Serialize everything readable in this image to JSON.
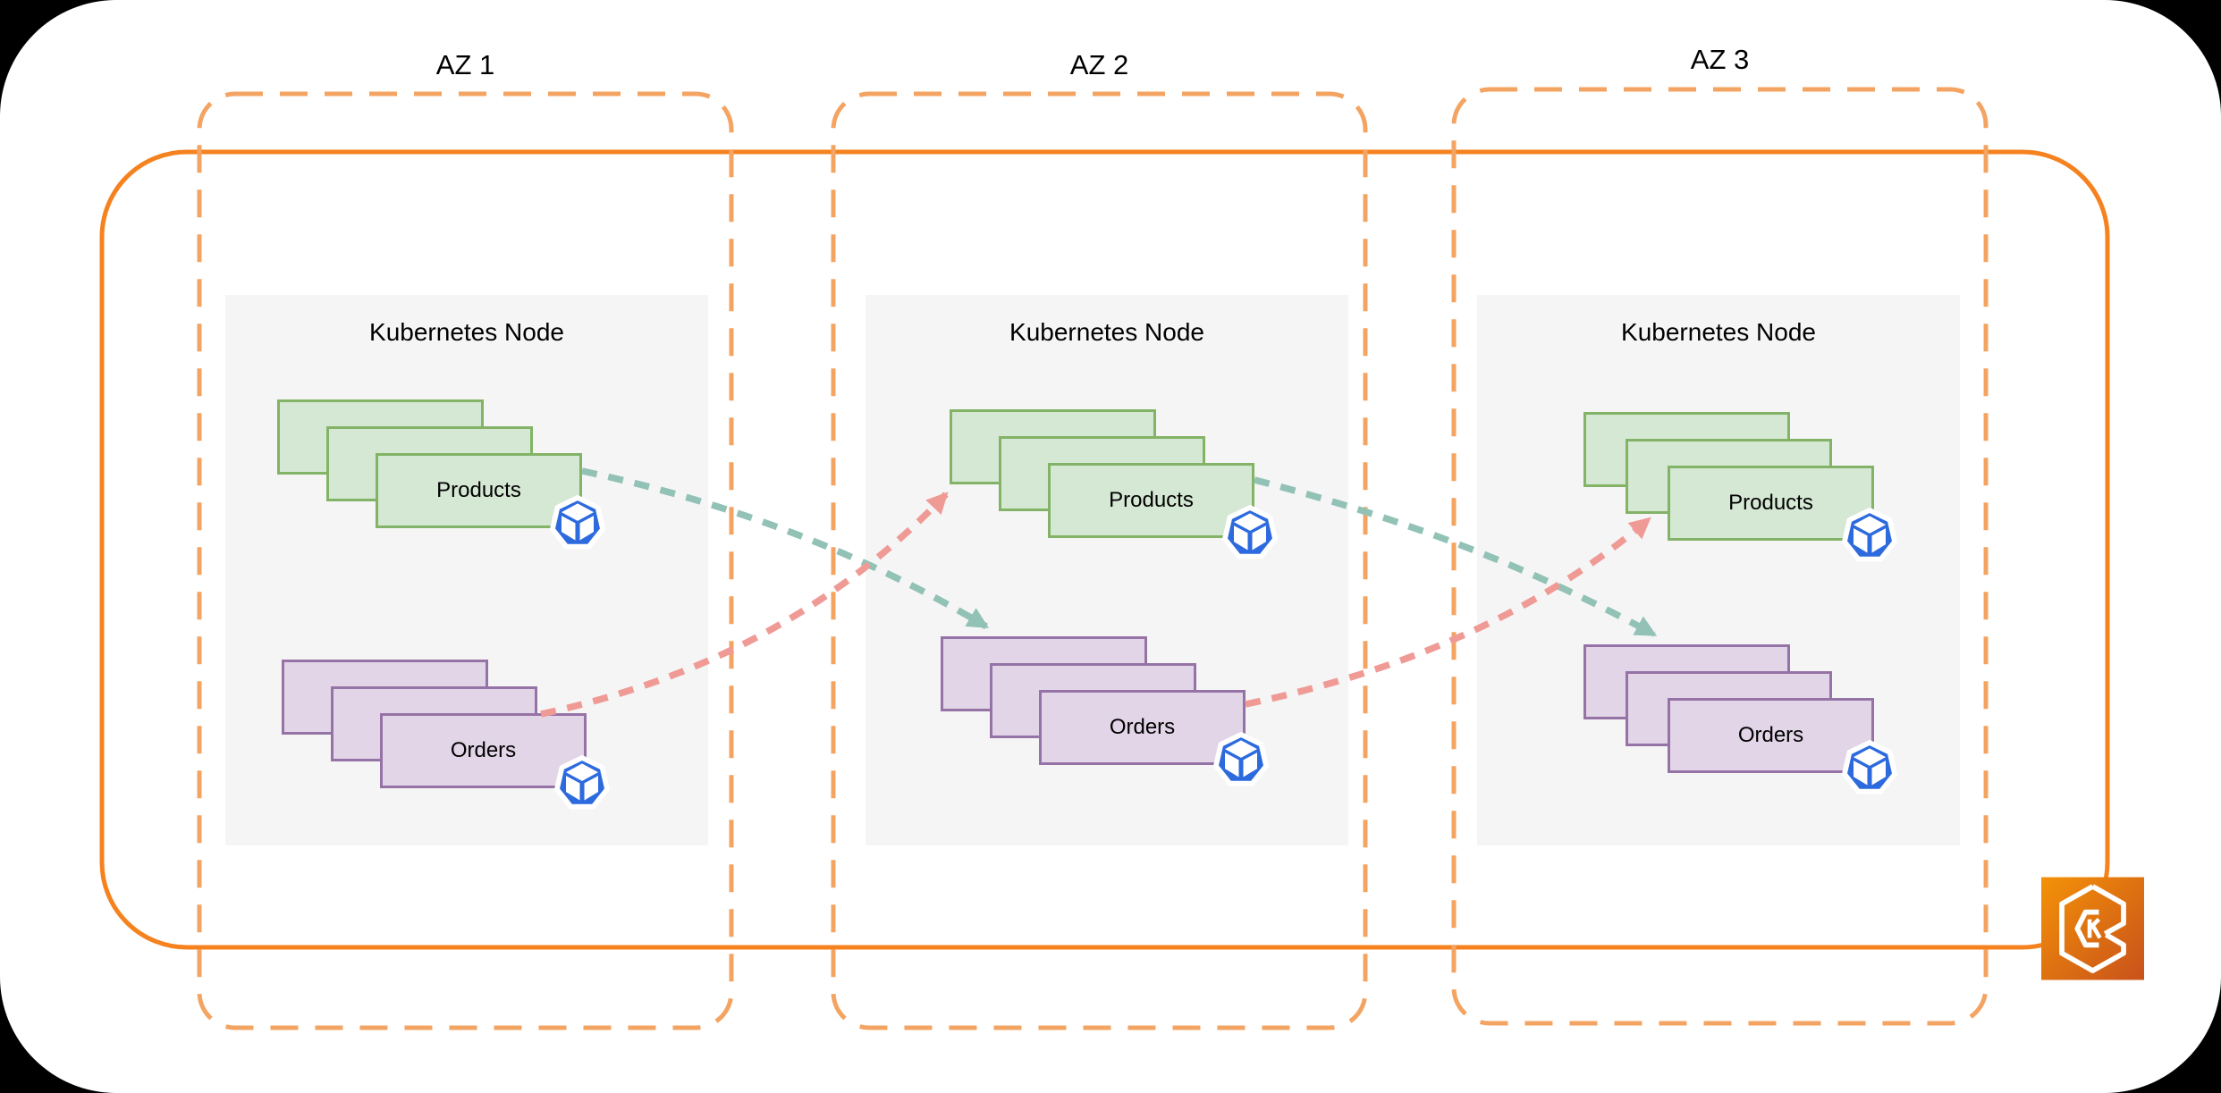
{
  "canvas": {
    "background": "#000000",
    "surface": "#FFFFFF"
  },
  "cluster": {
    "icon": "amazon-eks-icon",
    "border_color": "#F5821F"
  },
  "zones": [
    {
      "label": "AZ 1",
      "node": {
        "title": "Kubernetes Node",
        "workloads": [
          {
            "label": "Products",
            "stack_count": 3,
            "icon": "kubernetes-pod-icon"
          },
          {
            "label": "Orders",
            "stack_count": 3,
            "icon": "kubernetes-pod-icon"
          }
        ]
      }
    },
    {
      "label": "AZ 2",
      "node": {
        "title": "Kubernetes Node",
        "workloads": [
          {
            "label": "Products",
            "stack_count": 3,
            "icon": "kubernetes-pod-icon"
          },
          {
            "label": "Orders",
            "stack_count": 3,
            "icon": "kubernetes-pod-icon"
          }
        ]
      }
    },
    {
      "label": "AZ 3",
      "node": {
        "title": "Kubernetes Node",
        "workloads": [
          {
            "label": "Products",
            "stack_count": 3,
            "icon": "kubernetes-pod-icon"
          },
          {
            "label": "Orders",
            "stack_count": 3,
            "icon": "kubernetes-pod-icon"
          }
        ]
      }
    }
  ],
  "arrows": [
    {
      "from": "az1-products",
      "to": "az2-orders",
      "color": "#92C1B5",
      "style": "dashed"
    },
    {
      "from": "az1-orders",
      "to": "az2-products",
      "color": "#F09A96",
      "style": "dashed"
    },
    {
      "from": "az2-products",
      "to": "az3-orders",
      "color": "#92C1B5",
      "style": "dashed"
    },
    {
      "from": "az2-orders",
      "to": "az3-products",
      "color": "#F09A96",
      "style": "dashed"
    }
  ],
  "styles": {
    "az_border": "#F4A462",
    "cluster_border": "#F5821F",
    "node_fill": "#F5F5F5",
    "products": {
      "fill": "#D5E8D4",
      "border": "#82B366"
    },
    "orders": {
      "fill": "#E1D5E7",
      "border": "#9673A6"
    },
    "pod_icon_color": "#2C6ADE",
    "eks_icon_gradient": [
      "#F49208",
      "#C8511B"
    ],
    "text_color": "#000000"
  }
}
